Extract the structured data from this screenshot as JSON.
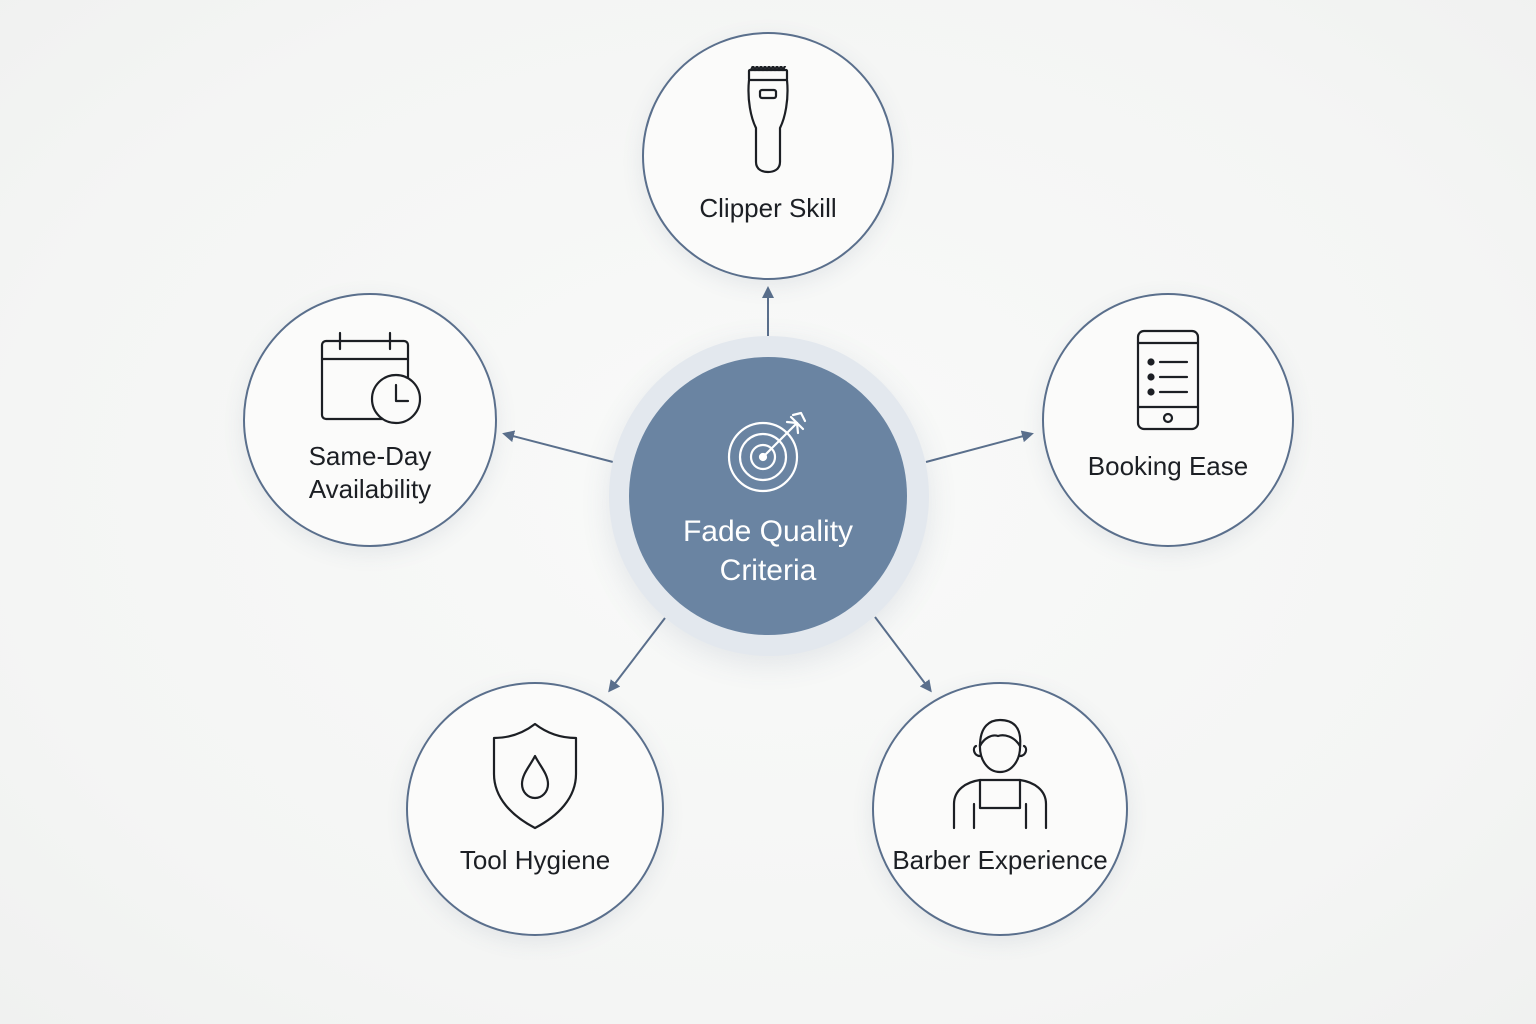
{
  "diagram": {
    "center": {
      "label": "Fade Quality\nCriteria",
      "icon": "target-icon"
    },
    "nodes": [
      {
        "id": "clipper-skill",
        "label": "Clipper Skill",
        "icon": "clipper-icon"
      },
      {
        "id": "booking-ease",
        "label": "Booking Ease",
        "icon": "phone-list-icon"
      },
      {
        "id": "barber-experience",
        "label": "Barber Experience",
        "icon": "barber-icon"
      },
      {
        "id": "tool-hygiene",
        "label": "Tool Hygiene",
        "icon": "shield-drop-icon"
      },
      {
        "id": "same-day-availability",
        "label": "Same-Day\nAvailability",
        "icon": "calendar-clock-icon"
      }
    ],
    "colors": {
      "center_fill": "#6a84a2",
      "node_border": "#5a6f8c",
      "connector": "#5a6f8c"
    }
  }
}
